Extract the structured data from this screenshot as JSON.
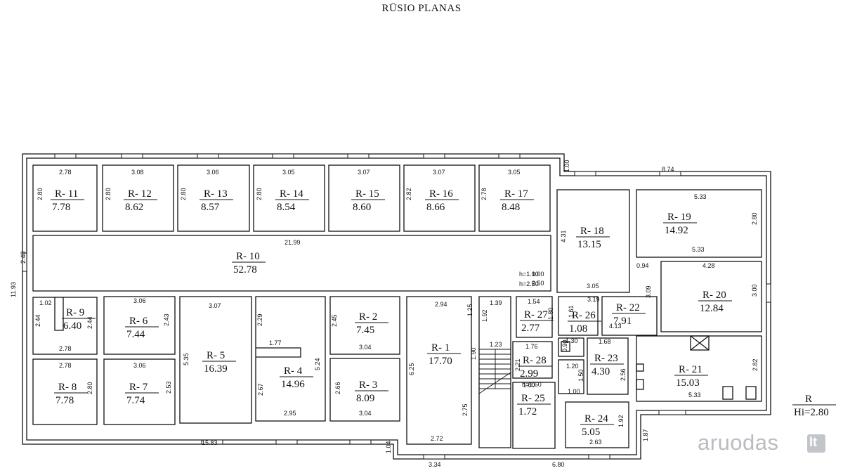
{
  "title": "RŪSIO PLANAS",
  "legend": {
    "line1": "R",
    "line2": "Hi=2.80"
  },
  "watermark": {
    "text": "aruodas",
    "suffix": "lt"
  },
  "rooms": [
    {
      "id": "R- 11",
      "area": "7.78"
    },
    {
      "id": "R- 12",
      "area": "8.62"
    },
    {
      "id": "R- 13",
      "area": "8.57"
    },
    {
      "id": "R- 14",
      "area": "8.54"
    },
    {
      "id": "R- 15",
      "area": "8.60"
    },
    {
      "id": "R- 16",
      "area": "8.66"
    },
    {
      "id": "R- 17",
      "area": "8.48"
    },
    {
      "id": "R- 18",
      "area": "13.15"
    },
    {
      "id": "R- 19",
      "area": "14.92"
    },
    {
      "id": "R- 10",
      "area": "52.78"
    },
    {
      "id": "R- 20",
      "area": "12.84"
    },
    {
      "id": "R- 9",
      "area": "6.40"
    },
    {
      "id": "R- 6",
      "area": "7.44"
    },
    {
      "id": "R- 5",
      "area": "16.39"
    },
    {
      "id": "R- 2",
      "area": "7.45"
    },
    {
      "id": "R- 1",
      "area": "17.70"
    },
    {
      "id": "R- 27",
      "area": "2.77"
    },
    {
      "id": "R- 26",
      "area": "1.08"
    },
    {
      "id": "R- 22",
      "area": "7.91"
    },
    {
      "id": "R- 4",
      "area": "14.96"
    },
    {
      "id": "R- 3",
      "area": "8.09"
    },
    {
      "id": "R- 28",
      "area": "2.99"
    },
    {
      "id": "R- 23",
      "area": "4.30"
    },
    {
      "id": "R- 21",
      "area": "15.03"
    },
    {
      "id": "R- 8",
      "area": "7.78"
    },
    {
      "id": "R- 7",
      "area": "7.74"
    },
    {
      "id": "R- 25",
      "area": "1.72"
    },
    {
      "id": "R- 24",
      "area": "5.05"
    }
  ],
  "dims": [
    "2.78",
    "3.08",
    "3.06",
    "3.05",
    "3.07",
    "3.07",
    "3.05",
    "1.00",
    "8.74",
    "2.80",
    "2.80",
    "2.80",
    "2.80",
    "2.82",
    "2.78",
    "5.33",
    "2.80",
    "5.33",
    "21.99",
    "4.31",
    "2.40",
    "11.93",
    "1.00",
    "2.50",
    "3.05",
    "0.94",
    "4.28",
    "3.09",
    "3.00",
    "1.02",
    "2.44",
    "2.44",
    "3.06",
    "2.43",
    "3.07",
    "2.29",
    "2.45",
    "2.94",
    "1.25",
    "1.92",
    "1.39",
    "1.54",
    "1.80",
    "3.19",
    "1.61",
    "4.13",
    "2.78",
    "1.77",
    "5.35",
    "5.24",
    "3.04",
    "1.23",
    "1.90",
    "1.30",
    "0.90",
    "1.68",
    "1.76",
    "2.21",
    "2.78",
    "3.06",
    "6.25",
    "1.20",
    "1.50",
    "2.56",
    "2.82",
    "1.60",
    "1.00",
    "2.80",
    "2.53",
    "2.67",
    "2.66",
    "2.75",
    "5.33",
    "2.95",
    "3.04",
    "1.92",
    "15.83",
    "2.72",
    "2.63",
    "1.87",
    "1.04",
    "3.34",
    "6.80"
  ]
}
